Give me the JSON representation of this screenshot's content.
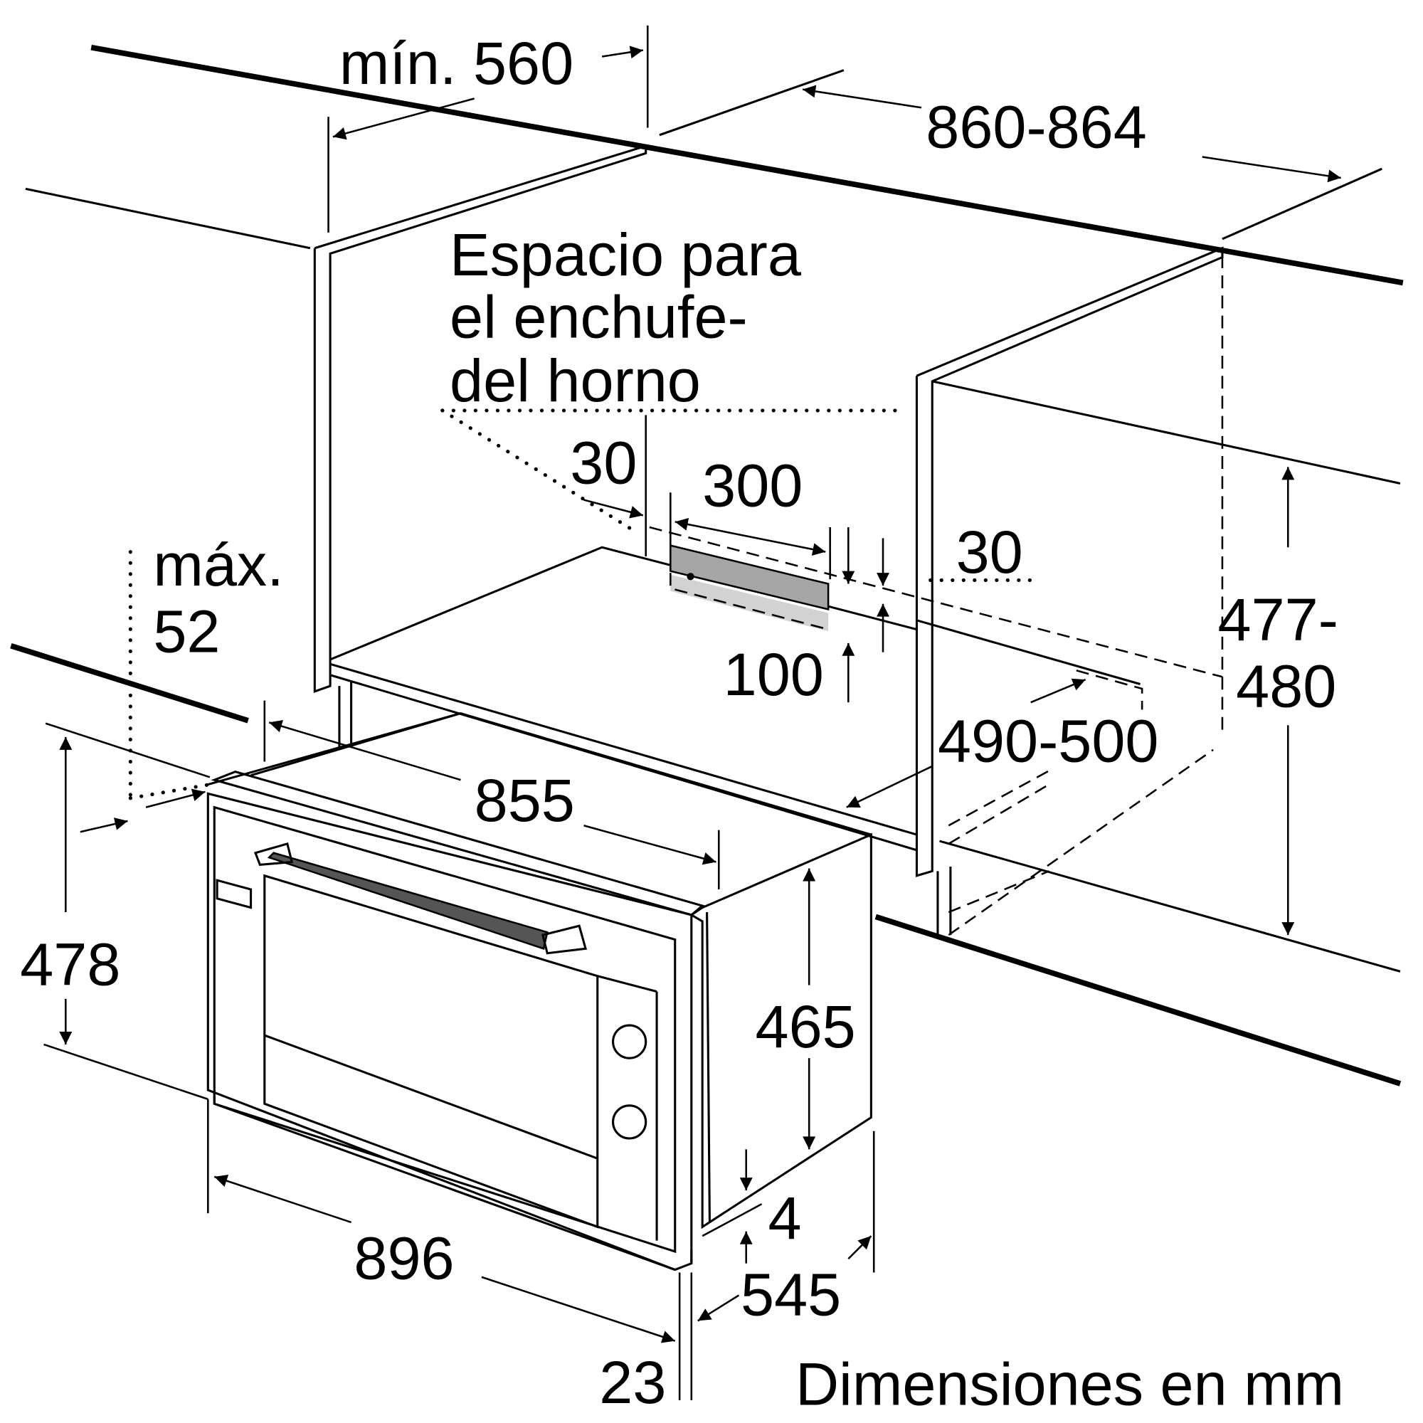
{
  "colors": {
    "lines": "#000000",
    "handle": "#555555",
    "socket_area": "#a6a6a6",
    "socket_shadow": "#d2d2d2"
  },
  "labels": {
    "min_width": "mín. 560",
    "niche_width": "860-864",
    "socket_space": [
      "Espacio para",
      "el enchufe-",
      "del horno"
    ],
    "socket_offset_left": "30",
    "socket_width": "300",
    "socket_offset_top": "30",
    "socket_height": "100",
    "max_label": "máx.",
    "max_value": "52",
    "niche_height_a": "477-",
    "niche_height_b": "480",
    "niche_depth": "490-500",
    "oven_body_width": "855",
    "oven_body_height": "478",
    "oven_side_height": "465",
    "gap": "4",
    "oven_depth": "545",
    "front_width": "896",
    "front_thickness": "23",
    "units_note": "Dimensiones en mm"
  }
}
